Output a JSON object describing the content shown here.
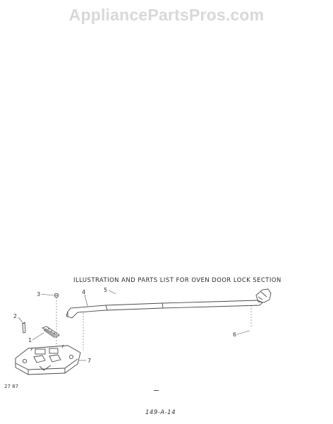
{
  "watermark": "AppliancePartsPros.com",
  "caption": "ILLUSTRATION AND PARTS LIST FOR OVEN DOOR LOCK SECTION",
  "date_code": "27 87",
  "page_code": "149-A-14",
  "callouts": {
    "c1": "1",
    "c2": "2",
    "c3": "3",
    "c4": "4",
    "c5": "5",
    "c6": "6",
    "c7": "7"
  },
  "colors": {
    "watermark": "#d8d8d8",
    "ink": "#333333"
  }
}
